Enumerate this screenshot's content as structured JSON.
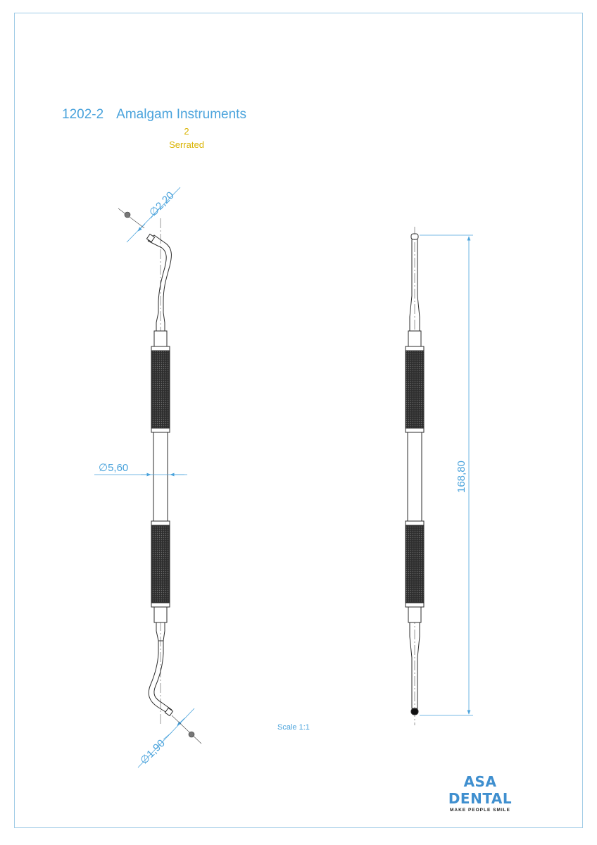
{
  "header": {
    "product_code": "1202-2",
    "product_name": "Amalgam Instruments",
    "size": "2",
    "tip_type": "Serrated"
  },
  "dimensions": {
    "tip_top_diameter": "∅2,20",
    "handle_diameter": "∅5,60",
    "tip_bottom_diameter": "∅1,90",
    "overall_length": "168,80"
  },
  "scale_label": "Scale 1:1",
  "brand": {
    "name": "ASA DENTAL",
    "tagline": "MAKE PEOPLE SMILE"
  },
  "colors": {
    "dimension_blue": "#4aa3dc",
    "subtitle_yellow": "#d9b300",
    "frame_blue": "#9fcbe6",
    "instrument_dark": "#2b2b2b"
  }
}
